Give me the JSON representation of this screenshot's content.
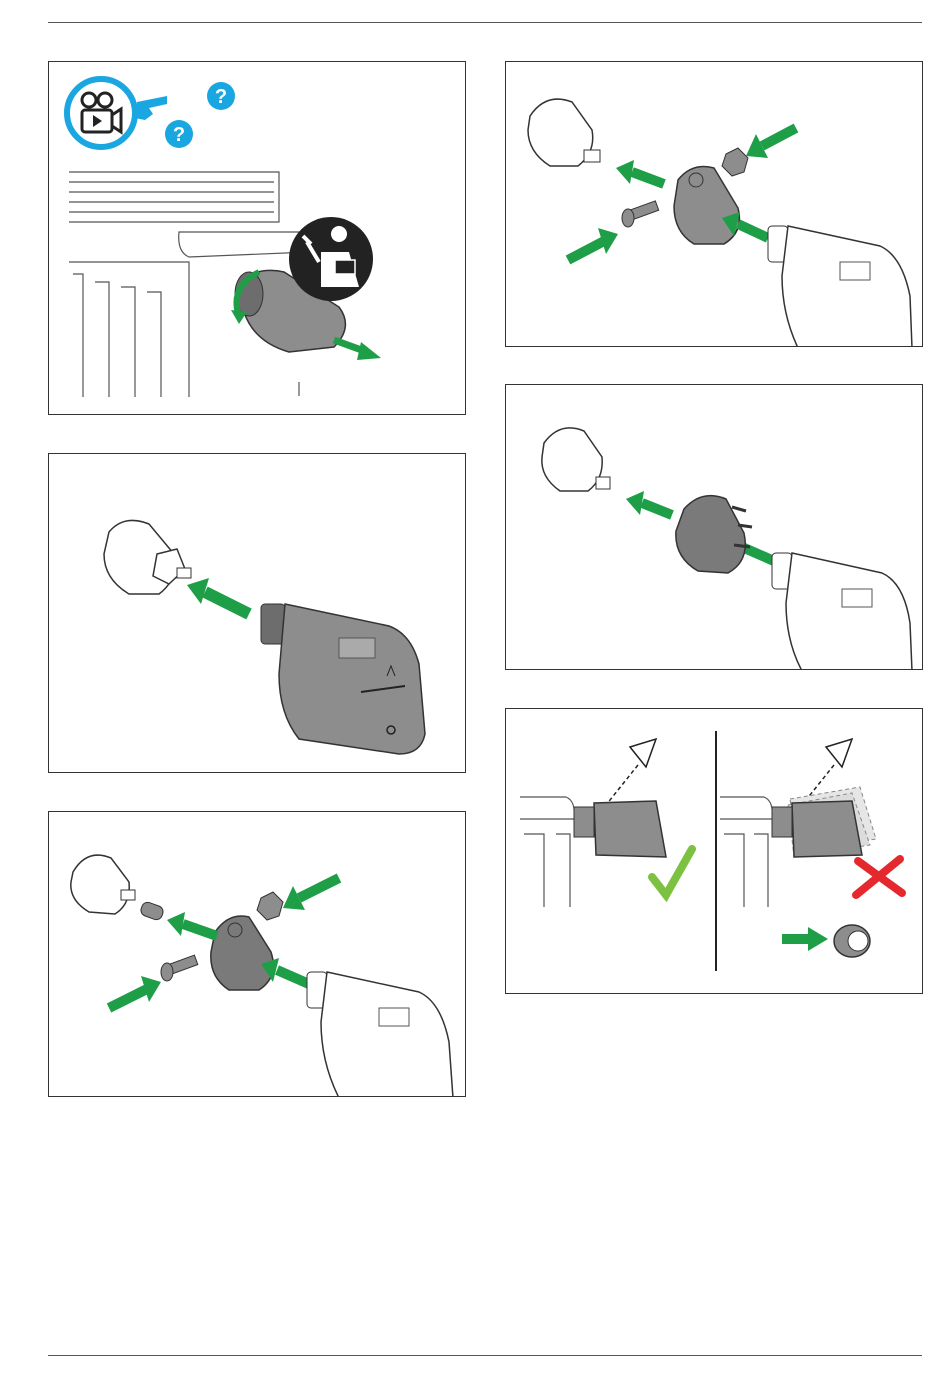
{
  "help": {
    "question_mark": "?",
    "accent_color": "#1aa6e0",
    "icons": [
      "video-camera-icon",
      "pointing-hand-icon",
      "question-mark-icon",
      "service-technician-icon"
    ]
  },
  "colors": {
    "arrow_green": "#1f9e48",
    "check_green": "#7cc142",
    "cross_red": "#e5282e",
    "device_gray": "#8d8d8d"
  },
  "steps": [
    {
      "id": "remove-old-thermostat",
      "icons": [
        "radiator-icon",
        "thermostat-head-icon",
        "rotate-arrow-icon"
      ]
    },
    {
      "id": "attach-direct",
      "icons": [
        "valve-icon",
        "smart-thermostat-icon",
        "push-arrow-icon"
      ]
    },
    {
      "id": "attach-adapter-pin-screw",
      "icons": [
        "valve-icon",
        "pin-icon",
        "screw-icon",
        "nut-icon",
        "adapter-icon"
      ]
    },
    {
      "id": "attach-adapter-screw",
      "icons": [
        "valve-icon",
        "screw-icon",
        "nut-icon",
        "adapter-icon"
      ]
    },
    {
      "id": "attach-adapter-clip",
      "icons": [
        "valve-icon",
        "clip-adapter-icon"
      ]
    },
    {
      "id": "check-alignment",
      "icons": [
        "eye-icon",
        "check-icon",
        "cross-icon",
        "spacer-ring-icon"
      ]
    }
  ]
}
